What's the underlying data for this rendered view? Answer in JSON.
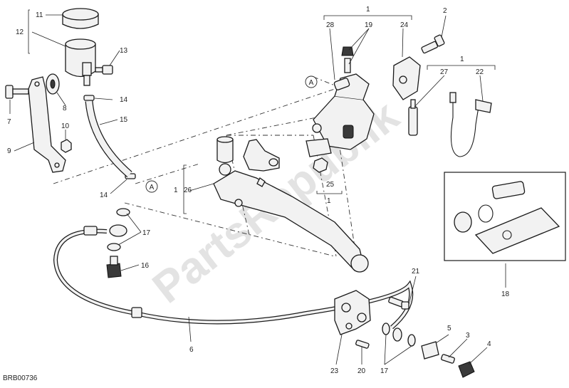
{
  "drawing_code": "BRB00736",
  "watermark": "PartsRepublik",
  "reference_mark": "A",
  "callouts": {
    "c1a": "1",
    "c1b": "1",
    "c1c": "1",
    "c1d": "1",
    "c2": "2",
    "c3": "3",
    "c4": "4",
    "c5": "5",
    "c6": "6",
    "c7": "7",
    "c8": "8",
    "c9": "9",
    "c10": "10",
    "c11": "11",
    "c12": "12",
    "c13": "13",
    "c14a": "14",
    "c14b": "14",
    "c15": "15",
    "c16": "16",
    "c17a": "17",
    "c17b": "17",
    "c18": "18",
    "c19": "19",
    "c20": "20",
    "c21": "21",
    "c22": "22",
    "c23": "23",
    "c24": "24",
    "c25": "25",
    "c26": "26",
    "c27": "27",
    "c28": "28"
  }
}
